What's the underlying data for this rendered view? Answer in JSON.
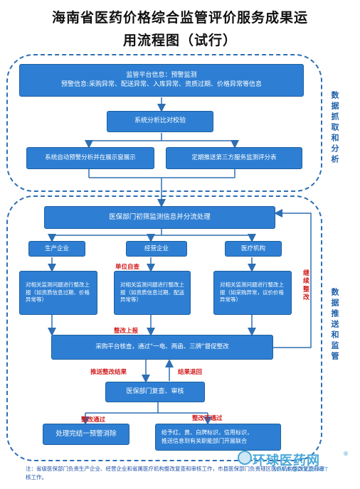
{
  "title_line1": "海南省医药价格综合监管评价服务成果运",
  "title_line2": "用流程图（试行）",
  "section_labels": {
    "top": "数据抓取和分析",
    "bottom": "数据推送和监管"
  },
  "boxes": {
    "platform_line1": "监管平台信息：预警监测",
    "platform_line2": "预警信息:采购异常、配送异常、入库异常、资质过期、价格异常等信息",
    "analysis": "系统分析比对校验",
    "auto_alert": "系统自动预警分析并在展示窗展示",
    "third_party": "定期推送第三方服务监测评分表",
    "medical_dept": "医保部门初筛监测信息并分流处理",
    "producer": "生产企业",
    "distributor": "经营企业",
    "hospital": "医疗机构",
    "rect_producer": "对相关监测问题进行整改上报（如资质信息过期、价格异常等）",
    "rect_distributor": "对相关监测问题进行整改上报（如资质信息过期、配送异常等）",
    "rect_hospital": "对相关监测问题进行整改上报（如采购异常，议价价格异常等）",
    "procurement_check": "采购平台核查，通过“一电、两函、三牌”督促整改",
    "review": "医保部门复查、审核",
    "pass_result": "处理完结一预警消除",
    "fail_line1": "给予红、黄、白牌标识，信用标识，",
    "fail_line2": "推送信息到有关职能部门开展联合"
  },
  "red_labels": {
    "self_check": "单位自查",
    "report": "整改上报",
    "push_result": "推送整改结果",
    "return": "结果退回",
    "continue": "继续整改",
    "passed": "整改通过",
    "failed": "整改不通过"
  },
  "note": "注：省级医保部门负责生产企业、经营企业和省属医疗机构整改复查和审核工作，市县医保部门负责辖区医疗机构整改复查和审核工作。",
  "watermark": {
    "name": "环球医药网",
    "url": "WWW.QGYYZS.NET",
    "reg": "®"
  },
  "colors": {
    "box": "#2e7fd3",
    "arrow": "#2e6fb3",
    "red": "#d21c1c"
  }
}
